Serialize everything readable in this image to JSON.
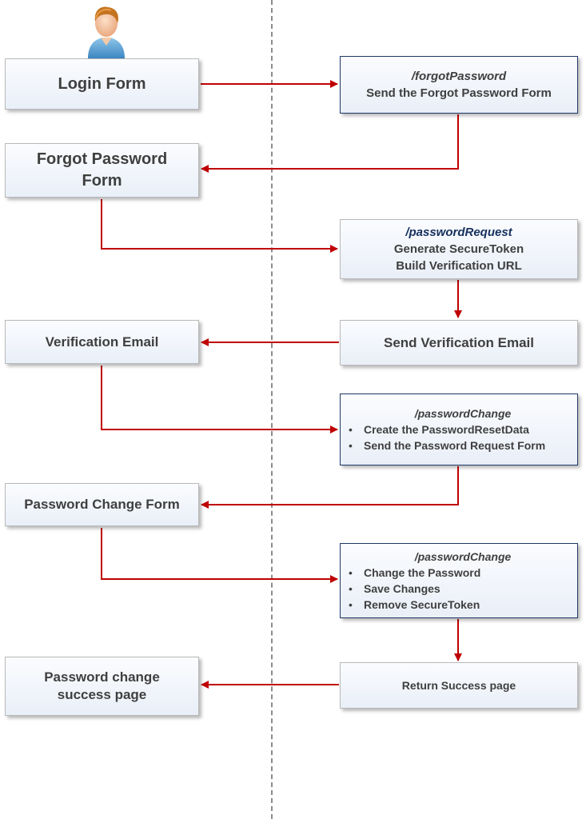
{
  "client": {
    "login_form": "Login Form",
    "forgot_password_form": [
      "Forgot Password",
      "Form"
    ],
    "verification_email": "Verification Email",
    "password_change_form": "Password Change Form",
    "success_page": [
      "Password change",
      "success page"
    ]
  },
  "server": {
    "forgot_password": {
      "endpoint": "/forgotPassword",
      "lines": [
        "Send the Forgot Password Form"
      ]
    },
    "password_request": {
      "endpoint": "/passwordRequest",
      "lines": [
        "Generate SecureToken",
        "Build Verification URL"
      ]
    },
    "send_verification_email": "Send Verification Email",
    "password_change_1": {
      "endpoint": "/passwordChange",
      "bullets": [
        "Create the PasswordResetData",
        "Send the Password Request Form"
      ]
    },
    "password_change_2": {
      "endpoint": "/passwordChange",
      "bullets": [
        "Change the Password",
        "Save Changes",
        "Remove SecureToken"
      ]
    },
    "return_success": "Return Success page"
  },
  "colors": {
    "arrow": "#c00000",
    "box_border_dark": "#1f3864",
    "endpoint_text": "#16305e"
  }
}
